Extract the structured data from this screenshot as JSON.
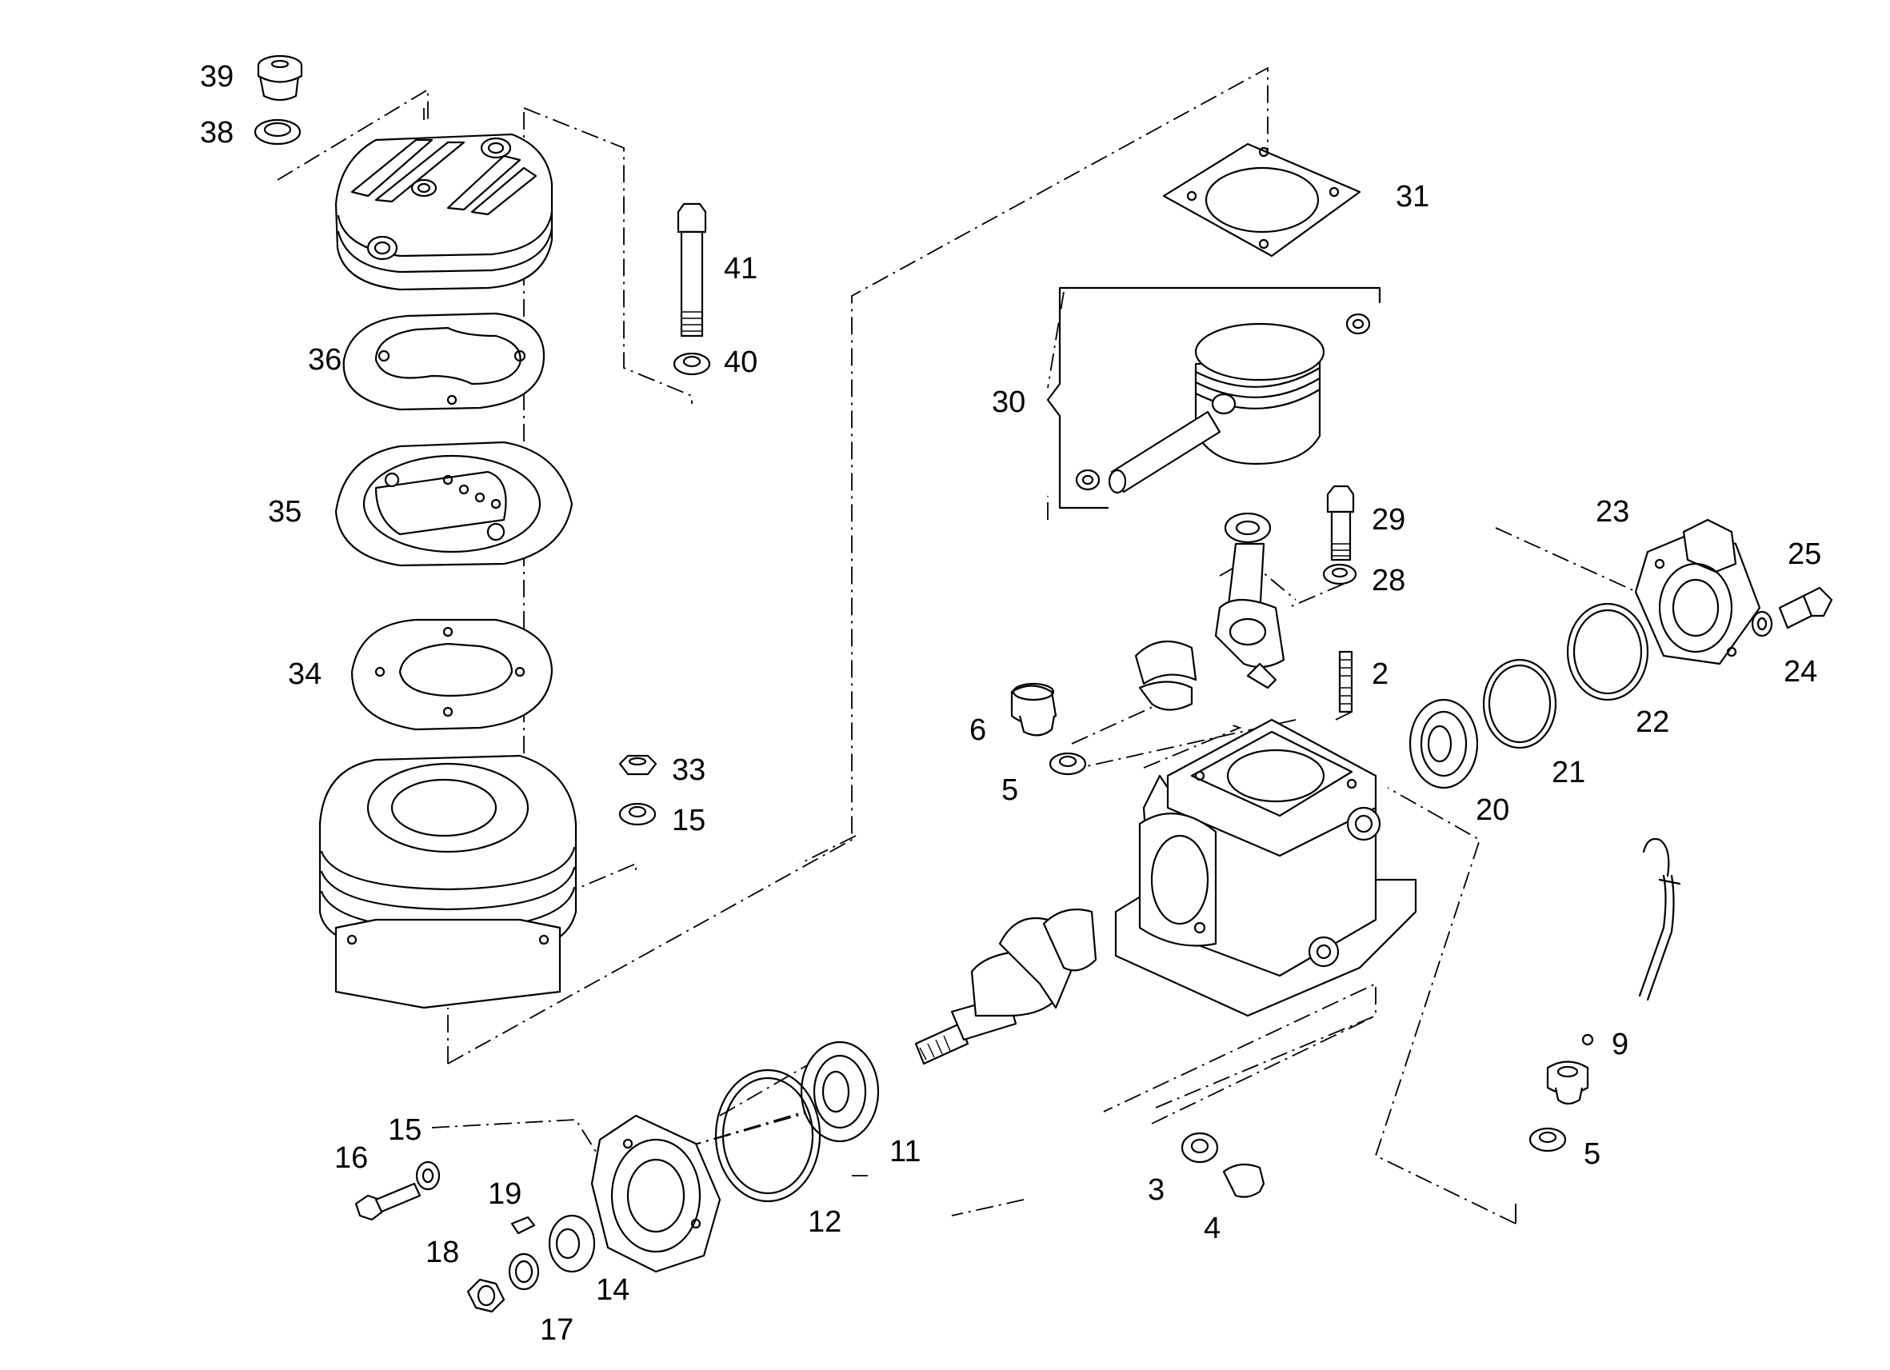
{
  "callouts": [
    {
      "id": "c39",
      "text": "39"
    },
    {
      "id": "c38",
      "text": "38"
    },
    {
      "id": "c41",
      "text": "41"
    },
    {
      "id": "c40",
      "text": "40"
    },
    {
      "id": "c36",
      "text": "36"
    },
    {
      "id": "c35",
      "text": "35"
    },
    {
      "id": "c34",
      "text": "34"
    },
    {
      "id": "c33",
      "text": "33"
    },
    {
      "id": "c15a",
      "text": "15"
    },
    {
      "id": "c31",
      "text": "31"
    },
    {
      "id": "c30",
      "text": "30"
    },
    {
      "id": "c29",
      "text": "29"
    },
    {
      "id": "c28",
      "text": "28"
    },
    {
      "id": "c23",
      "text": "23"
    },
    {
      "id": "c25",
      "text": "25"
    },
    {
      "id": "c24",
      "text": "24"
    },
    {
      "id": "c2",
      "text": "2"
    },
    {
      "id": "c22",
      "text": "22"
    },
    {
      "id": "c21",
      "text": "21"
    },
    {
      "id": "c20",
      "text": "20"
    },
    {
      "id": "c6",
      "text": "6"
    },
    {
      "id": "c5a",
      "text": "5"
    },
    {
      "id": "c9",
      "text": "9"
    },
    {
      "id": "c5b",
      "text": "5"
    },
    {
      "id": "c11",
      "text": "11"
    },
    {
      "id": "c12",
      "text": "12"
    },
    {
      "id": "c15b",
      "text": "15"
    },
    {
      "id": "c16",
      "text": "16"
    },
    {
      "id": "c19",
      "text": "19"
    },
    {
      "id": "c18",
      "text": "18"
    },
    {
      "id": "c17",
      "text": "17"
    },
    {
      "id": "c14",
      "text": "14"
    },
    {
      "id": "c3",
      "text": "3"
    },
    {
      "id": "c4",
      "text": "4"
    }
  ]
}
